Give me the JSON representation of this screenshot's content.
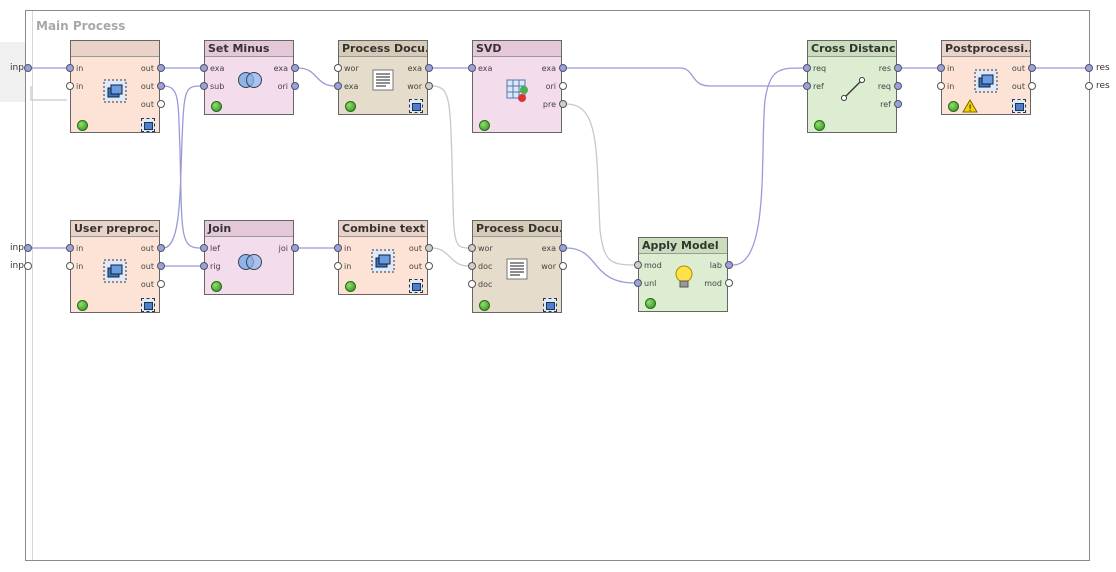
{
  "process": {
    "title": "Main Process"
  },
  "outer_ports": {
    "left": [
      "inp",
      "inp",
      "inp"
    ],
    "right": [
      "res",
      "res"
    ]
  },
  "operators": {
    "subprocess_top": {
      "title": "",
      "inputs": [
        "in",
        "in"
      ],
      "outputs": [
        "out",
        "out",
        "out"
      ]
    },
    "set_minus": {
      "title": "Set Minus",
      "inputs": [
        "exa",
        "sub"
      ],
      "outputs": [
        "exa",
        "ori"
      ]
    },
    "process_docs_top": {
      "title": "Process Docu...",
      "inputs": [
        "wor",
        "exa"
      ],
      "outputs": [
        "exa",
        "wor"
      ]
    },
    "svd": {
      "title": "SVD",
      "inputs": [
        "exa"
      ],
      "outputs": [
        "exa",
        "ori",
        "pre"
      ]
    },
    "cross_distance": {
      "title": "Cross Distanc...",
      "inputs": [
        "req",
        "ref"
      ],
      "outputs": [
        "res",
        "req",
        "ref"
      ]
    },
    "postprocessing": {
      "title": "Postprocessi...",
      "inputs": [
        "in",
        "in"
      ],
      "outputs": [
        "out",
        "out"
      ]
    },
    "user_preproc": {
      "title": "User preproc...",
      "inputs": [
        "in",
        "in"
      ],
      "outputs": [
        "out",
        "out",
        "out"
      ]
    },
    "join": {
      "title": "Join",
      "inputs": [
        "lef",
        "rig"
      ],
      "outputs": [
        "joi"
      ]
    },
    "combine_text": {
      "title": "Combine text",
      "inputs": [
        "in",
        "in"
      ],
      "outputs": [
        "out",
        "out"
      ]
    },
    "process_docs_bottom": {
      "title": "Process Docu...",
      "inputs": [
        "wor",
        "doc",
        "doc"
      ],
      "outputs": [
        "exa",
        "wor"
      ]
    },
    "apply_model": {
      "title": "Apply Model",
      "inputs": [
        "mod",
        "unl"
      ],
      "outputs": [
        "lab",
        "mod"
      ]
    }
  },
  "colors": {
    "wire": "#9a9ad8",
    "subprocess": "#fde3d6",
    "set_op": "#f3dcec",
    "text_op": "#e5dccb",
    "model_op": "#dcedd2"
  }
}
